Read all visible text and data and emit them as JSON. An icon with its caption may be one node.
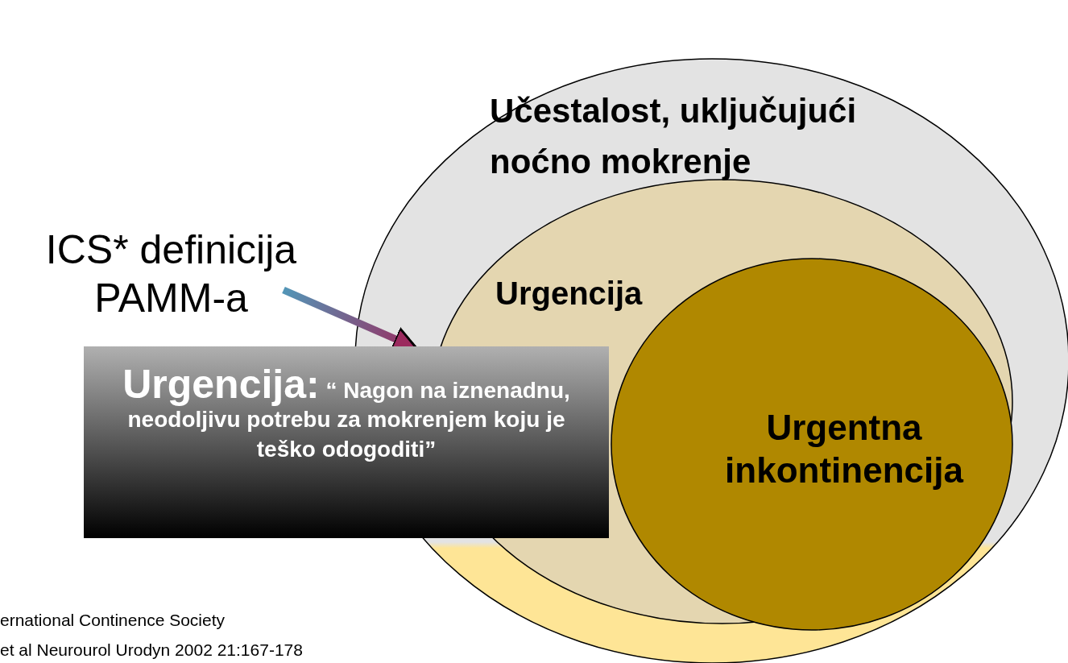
{
  "diagram": {
    "nodes": [
      {
        "text": [
          "Učestalost,  uključujući noćno mokrenje"
        ]
      },
      {
        "text": [
          "Urgencija"
        ],
        "in": 0
      },
      {
        "text": [
          "Urgentna inkontinencija"
        ],
        "in": 1
      },
      {
        "text": [
          "ICS* definicija PAMM-a"
        ]
      },
      {
        "text": [
          "Urgencija:",
          "“ Nagon na iznenadnu, neodoljivu potrebu za mokrenjem koju je teško odogoditi”"
        ]
      }
    ],
    "edges": [
      {
        "from": 3,
        "to": 4,
        "arrow": "to"
      }
    ],
    "labels": [
      "ernational Continence Society",
      "et al Neurourol Urodyn 2002 21:167-178"
    ]
  }
}
